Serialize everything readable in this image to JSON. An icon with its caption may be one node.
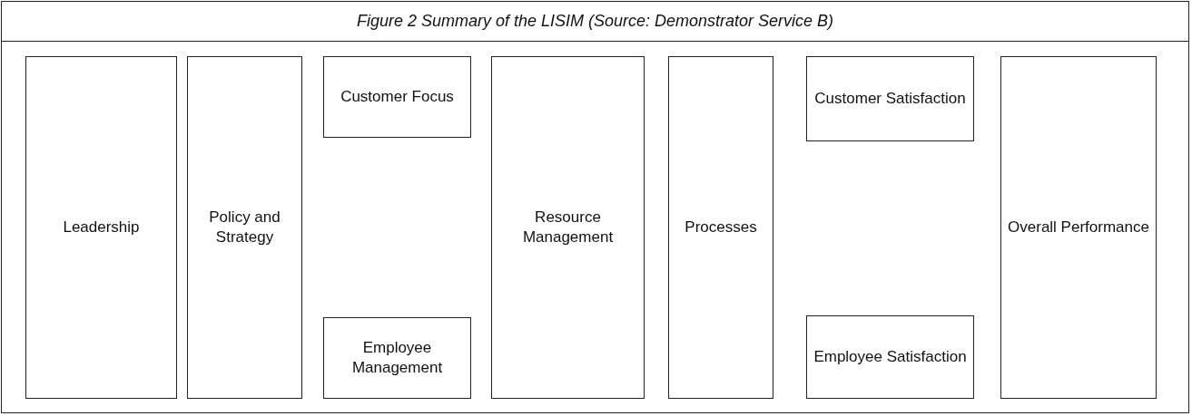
{
  "diagram": {
    "title": "Figure 2 Summary of the LISIM (Source: Demonstrator Service B)",
    "nodes": [
      {
        "text": [
          "Leadership"
        ]
      },
      {
        "text": [
          "Policy and Strategy"
        ]
      },
      {
        "text": [
          "Customer Focus"
        ]
      },
      {
        "text": [
          "Employee Management"
        ]
      },
      {
        "text": [
          "Resource Management"
        ]
      },
      {
        "text": [
          "Processes"
        ]
      },
      {
        "text": [
          "Customer Satisfaction"
        ]
      },
      {
        "text": [
          "Employee Satisfaction"
        ]
      },
      {
        "text": [
          "Overall Performance"
        ]
      }
    ]
  }
}
